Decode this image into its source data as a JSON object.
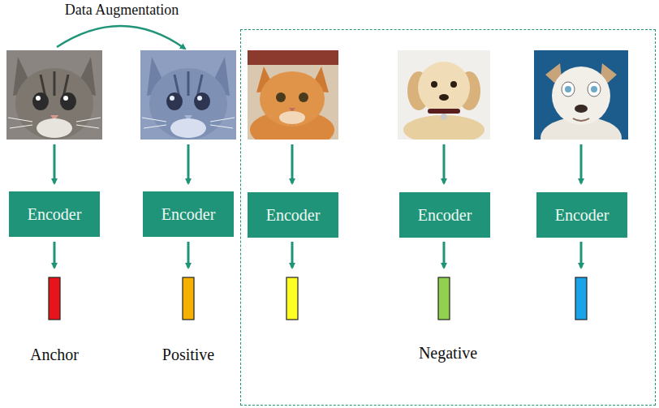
{
  "diagram": {
    "nodes": [
      {
        "text": [
          "Encoder"
        ]
      },
      {
        "text": [
          "Encoder"
        ]
      },
      {
        "text": [
          "Negative"
        ]
      },
      {
        "text": [
          "Encoder"
        ],
        "in": 2
      },
      {
        "text": [
          "Encoder"
        ],
        "in": 2
      },
      {
        "text": [
          "Encoder"
        ],
        "in": 2
      }
    ],
    "labels": [
      "Data Augmentation",
      "Anchor",
      "Positive"
    ]
  }
}
